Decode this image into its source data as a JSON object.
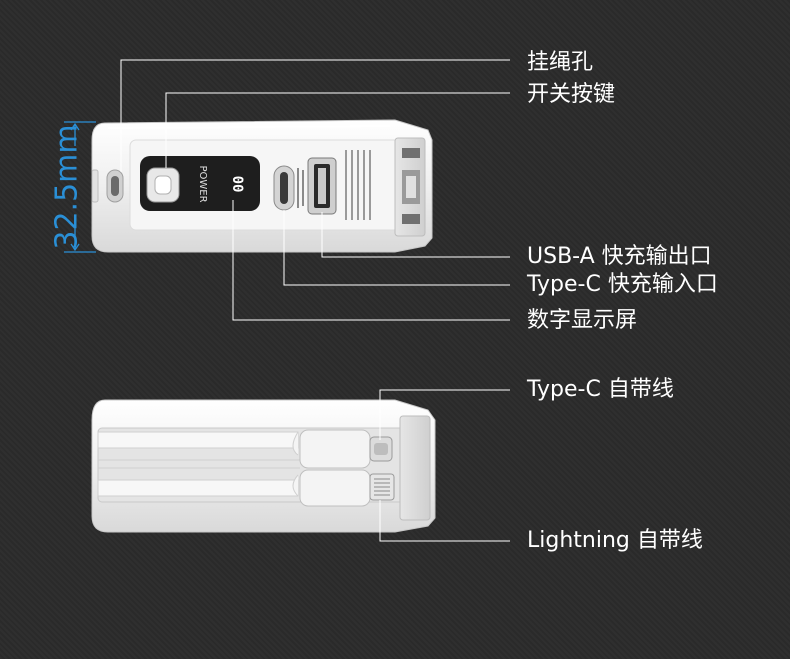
{
  "top_view": {
    "dimension": "32.5mm",
    "labels": {
      "lanyard_hole": "挂绳孔",
      "power_button": "开关按键",
      "usb_a": "USB-A 快充输出口",
      "type_c_port": "Type-C 快充输入口",
      "display": "数字显示屏"
    },
    "device_text": {
      "power": "POWER",
      "display_value": "00"
    }
  },
  "bottom_view": {
    "labels": {
      "type_c_cable": "Type-C 自带线",
      "lightning_cable": "Lightning 自带线"
    }
  },
  "colors": {
    "background": "#2b2b2b",
    "dimension": "#2a8fd6",
    "leader_line": "#ffffff",
    "device_body": "#f2f2f2"
  }
}
